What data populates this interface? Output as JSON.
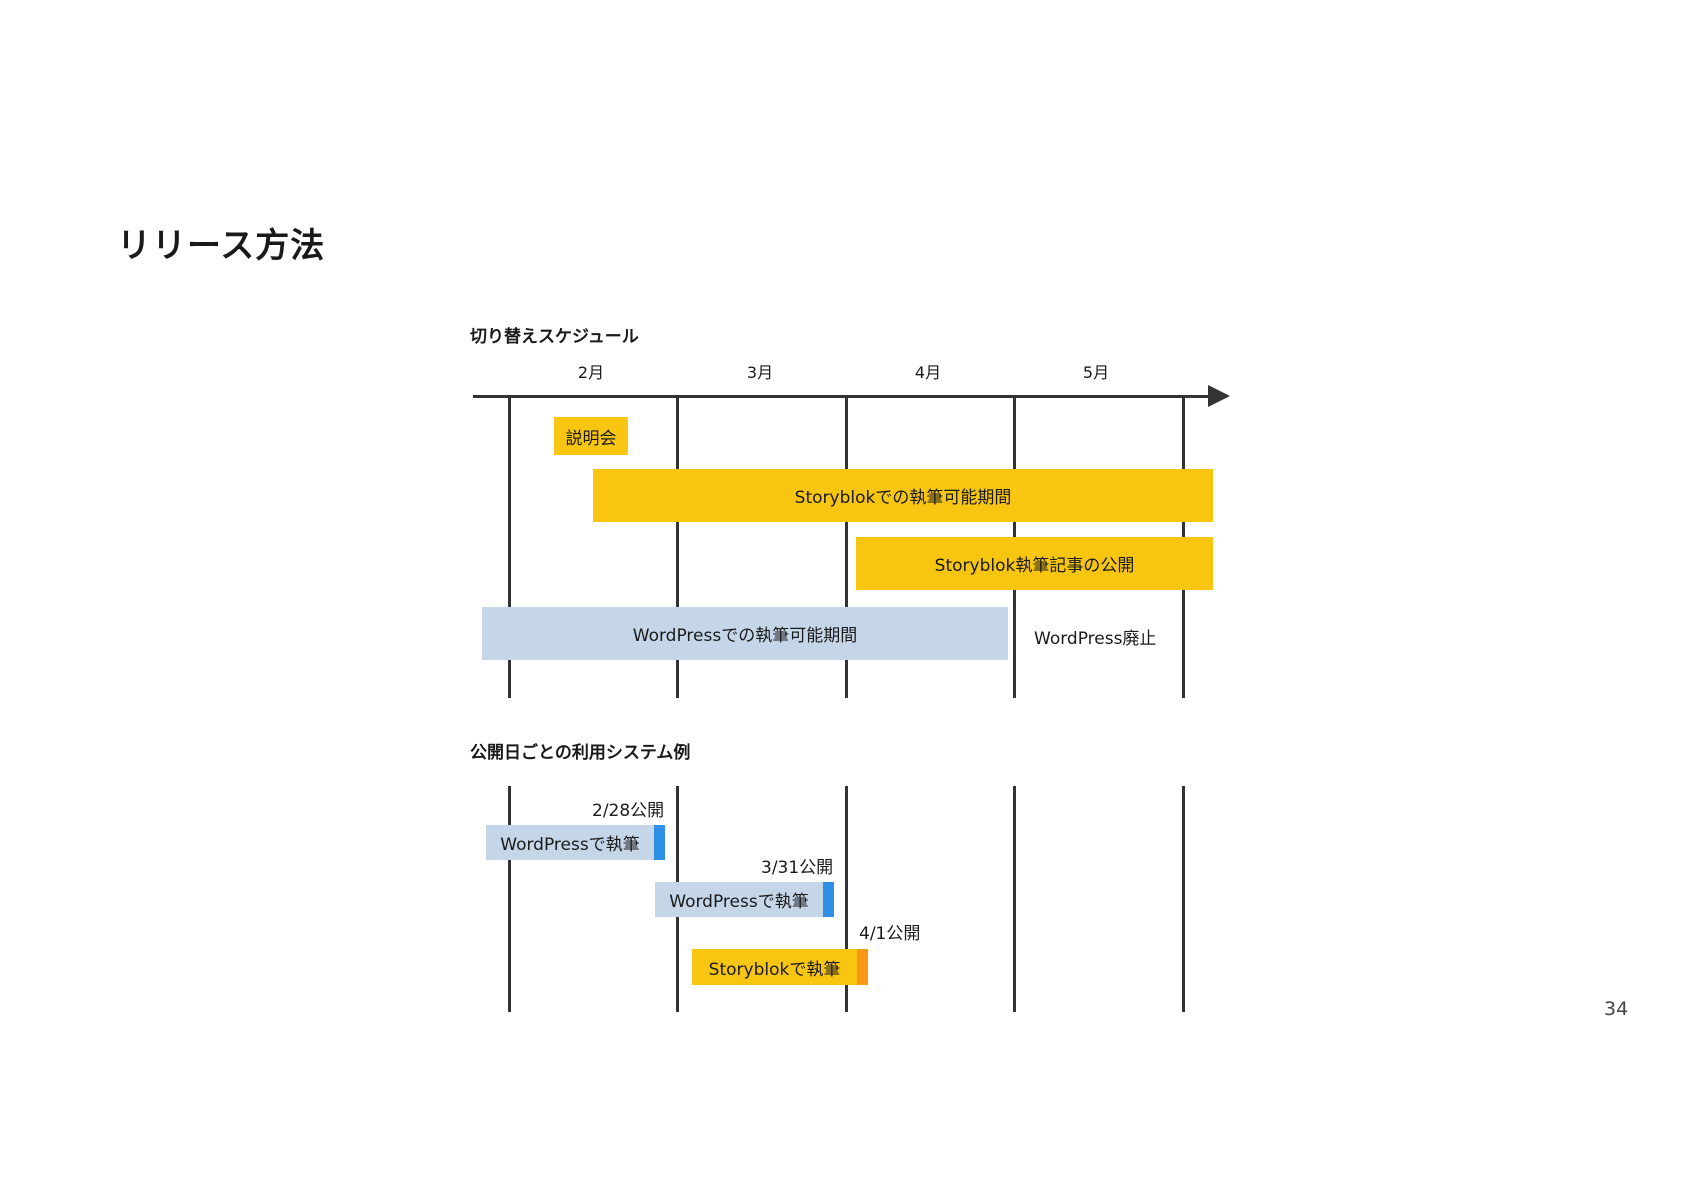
{
  "slide": {
    "title": "リリース方法",
    "page_number": "34"
  },
  "schedule": {
    "title": "切り替えスケジュール",
    "months": [
      "2月",
      "3月",
      "4月",
      "5月"
    ],
    "bars": [
      {
        "label": "説明会",
        "style": "yellow"
      },
      {
        "label": "Storyblokでの執筆可能期間",
        "style": "yellow"
      },
      {
        "label": "Storyblok執筆記事の公開",
        "style": "yellow"
      },
      {
        "label": "WordPressでの執筆可能期間",
        "style": "blue"
      }
    ],
    "notes": [
      {
        "label": "WordPress廃止"
      }
    ]
  },
  "examples": {
    "title": "公開日ごとの利用システム例",
    "items": [
      {
        "date_label": "2/28公開",
        "bar_label": "WordPressで執筆",
        "style": "blue",
        "cap_color": "#2f8fe6"
      },
      {
        "date_label": "3/31公開",
        "bar_label": "WordPressで執筆",
        "style": "blue",
        "cap_color": "#2f8fe6"
      },
      {
        "date_label": "4/1公開",
        "bar_label": "Storyblokで執筆",
        "style": "yellow",
        "cap_color": "#f59a12"
      }
    ]
  },
  "colors": {
    "yellow": "#f8c611",
    "blue": "#c5d6e8",
    "blue_cap": "#2f8fe6",
    "orange_cap": "#f59a12",
    "line": "#333333"
  }
}
